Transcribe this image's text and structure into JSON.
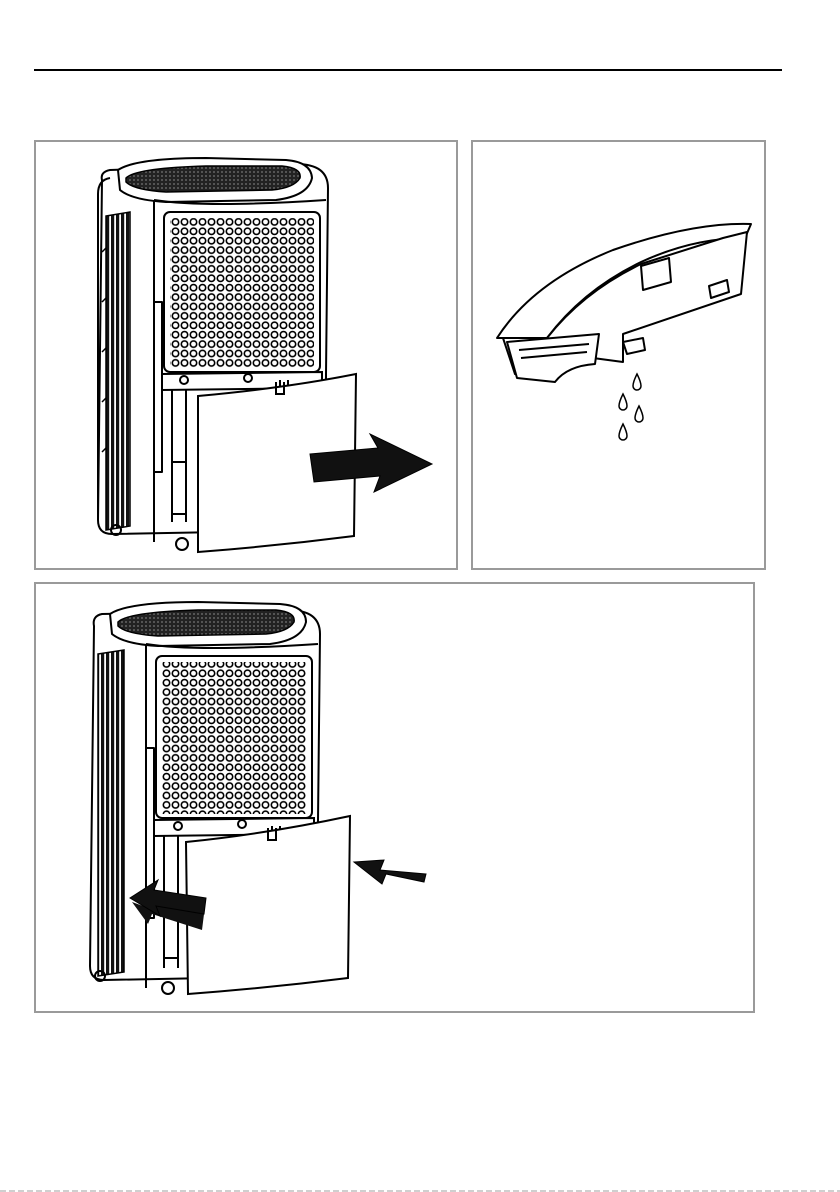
{
  "figures": [
    {
      "name": "remove-filter",
      "icon": "dehumidifier-filter-out-icon"
    },
    {
      "name": "drain-bucket",
      "icon": "water-tank-drain-icon"
    },
    {
      "name": "insert-filter",
      "icon": "dehumidifier-filter-in-icon"
    }
  ],
  "colors": {
    "line": "#000000",
    "panel_border": "#9a9a9a",
    "background": "#ffffff"
  }
}
